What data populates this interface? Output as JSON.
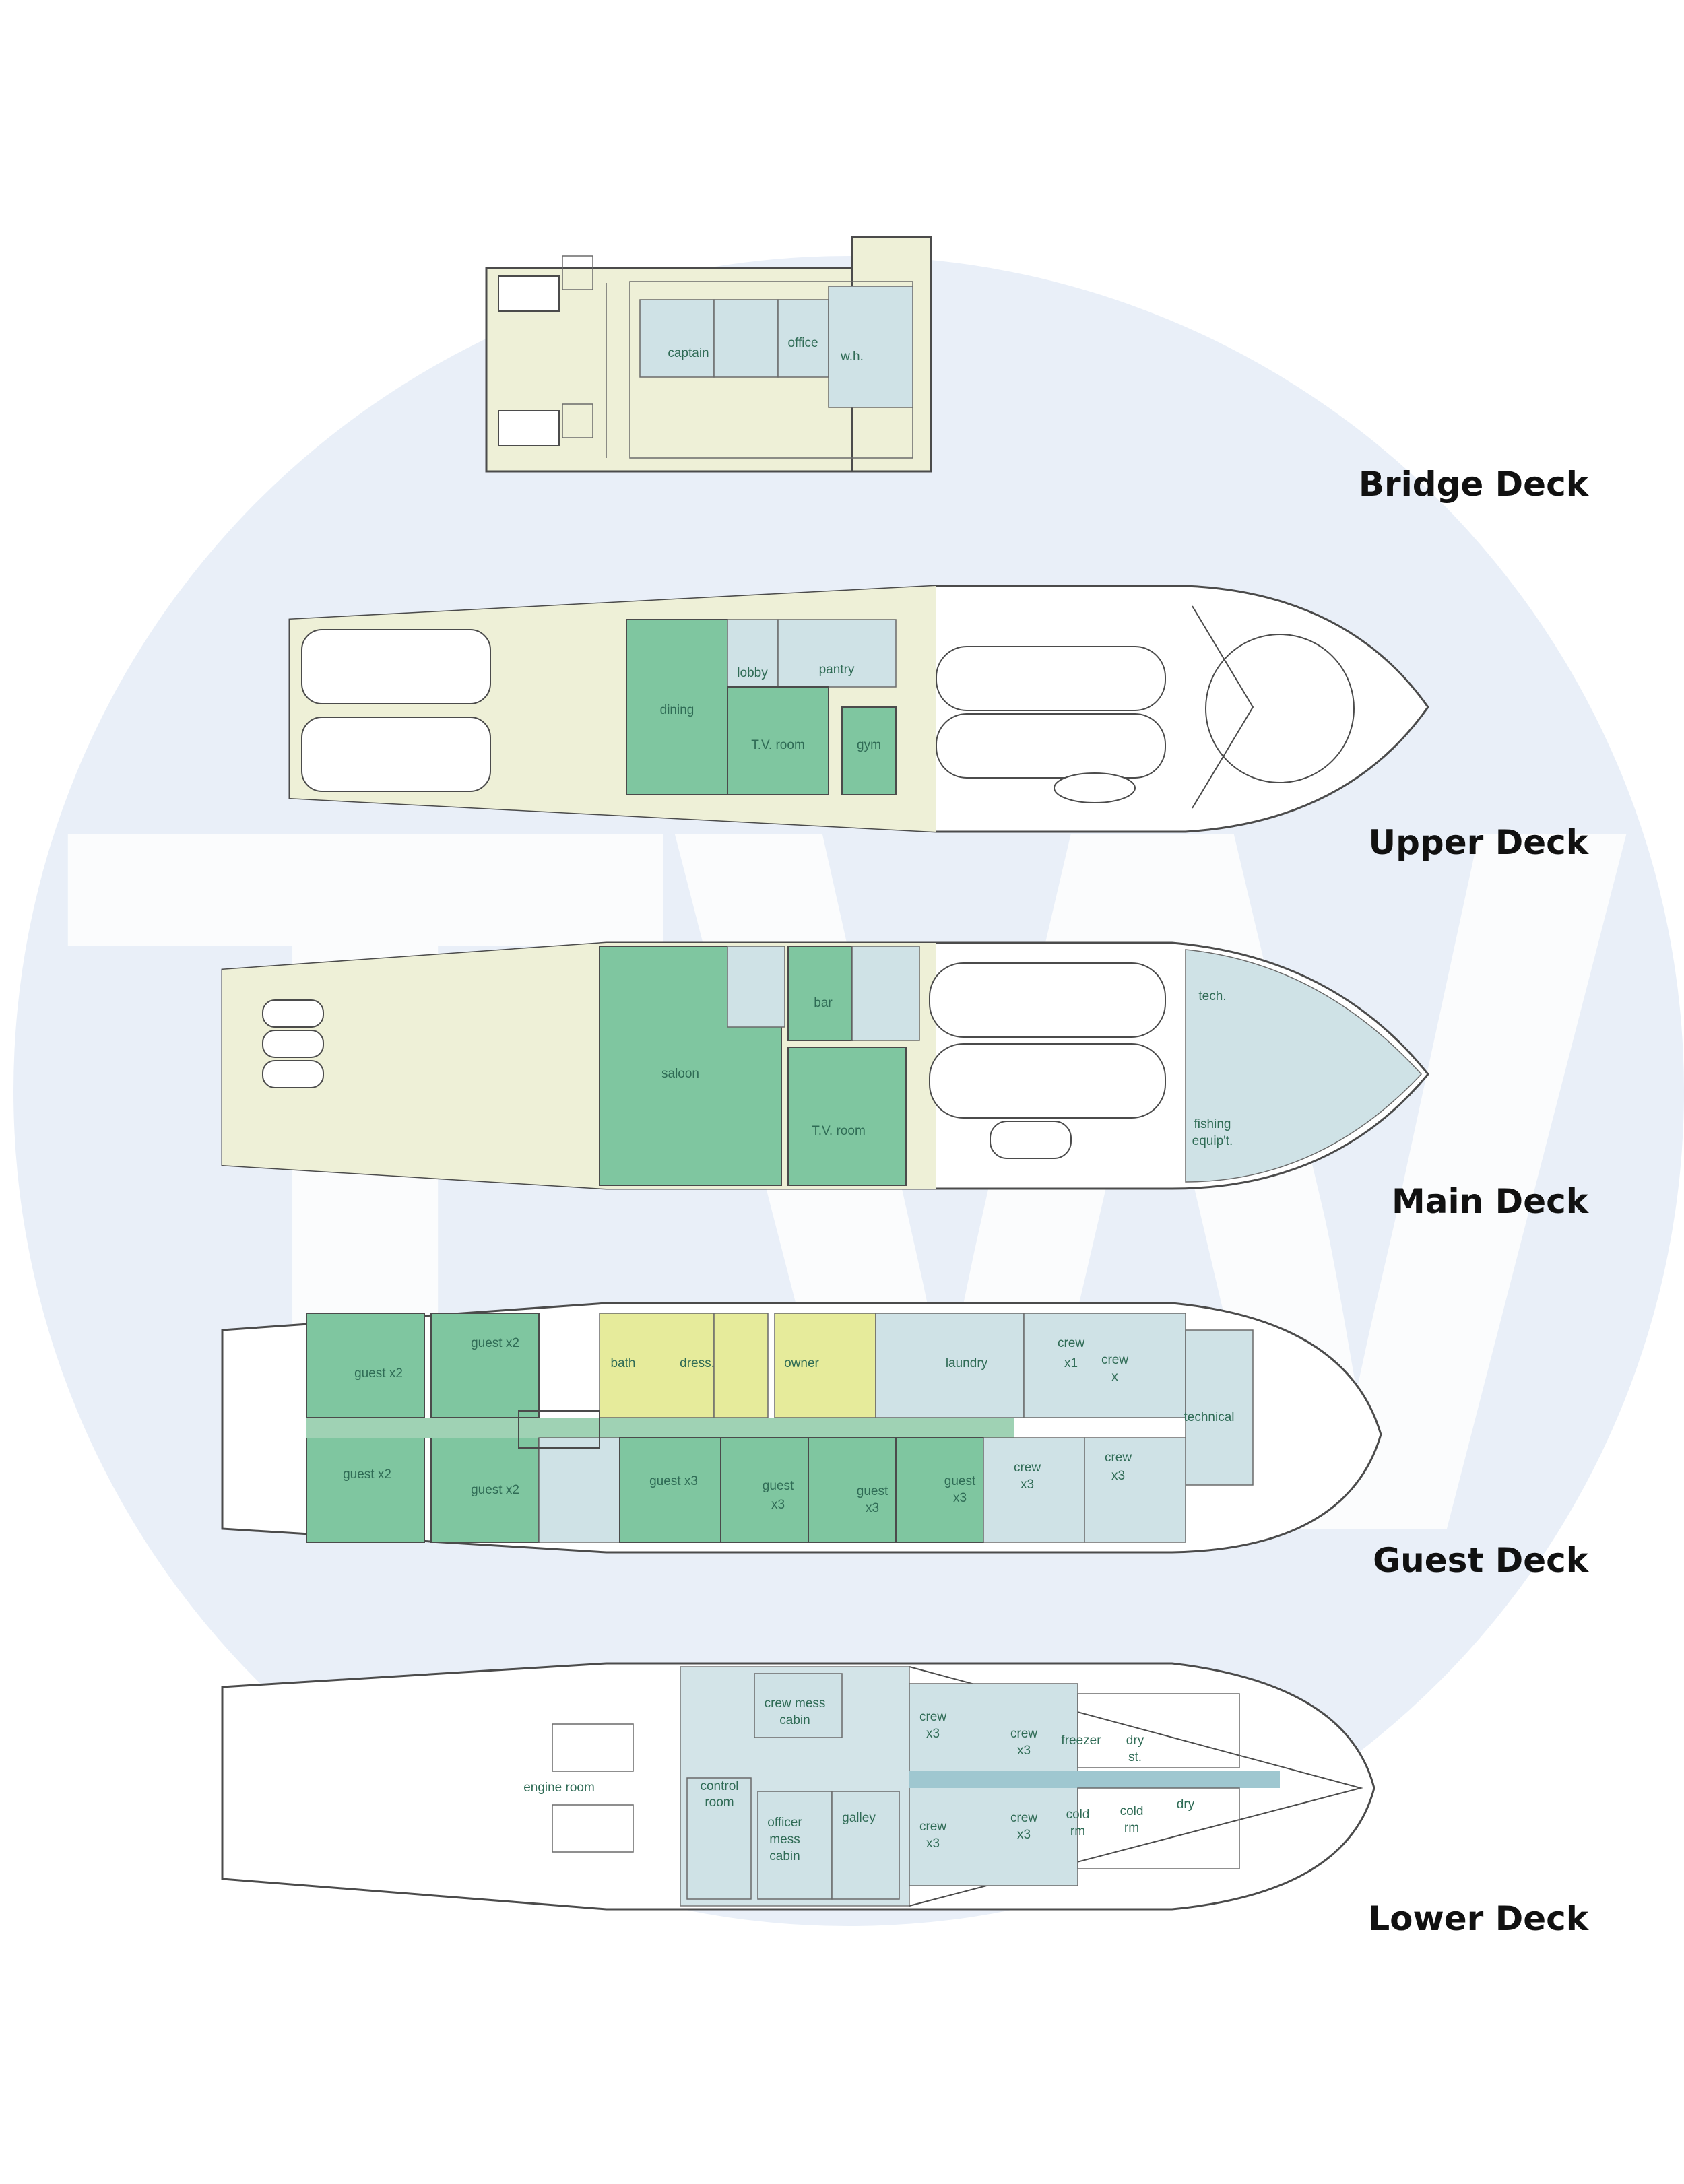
{
  "watermark": "TW",
  "decks": [
    {
      "id": "bridge",
      "title": "Bridge Deck",
      "rooms": [
        "captain",
        "office",
        "w.h."
      ]
    },
    {
      "id": "upper",
      "title": "Upper Deck",
      "rooms": [
        "dining",
        "lobby",
        "pantry",
        "T.V. room",
        "gym"
      ]
    },
    {
      "id": "main",
      "title": "Main Deck",
      "rooms": [
        "saloon",
        "bar",
        "T.V. room",
        "tech.",
        "fishing",
        "equip't."
      ]
    },
    {
      "id": "guest",
      "title": "Guest Deck",
      "rooms": [
        "guest x2",
        "guest x2",
        "bath",
        "dress.",
        "owner",
        "laundry",
        "crew",
        "x1",
        "crew",
        "x",
        "technical",
        "guest x2",
        "guest x2",
        "guest x3",
        "guest",
        "x3",
        "guest",
        "x3",
        "guest",
        "x3",
        "crew",
        "x3",
        "crew",
        "x3"
      ]
    },
    {
      "id": "lower",
      "title": "Lower Deck",
      "rooms": [
        "engine room",
        "control",
        "room",
        "crew mess",
        "cabin",
        "officer",
        "mess",
        "cabin",
        "galley",
        "crew",
        "x3",
        "crew",
        "x3",
        "crew",
        "x3",
        "crew",
        "x3",
        "freezer",
        "dry",
        "st.",
        "cold",
        "rm",
        "cold",
        "rm",
        "dry"
      ]
    }
  ],
  "colors": {
    "deck_tint": "#eef0d7",
    "blue_zone": "#cfe2e6",
    "green_zone": "#7fc6a0",
    "owner_zone": "#e6eb9b",
    "watermark": "#e6eef7"
  }
}
